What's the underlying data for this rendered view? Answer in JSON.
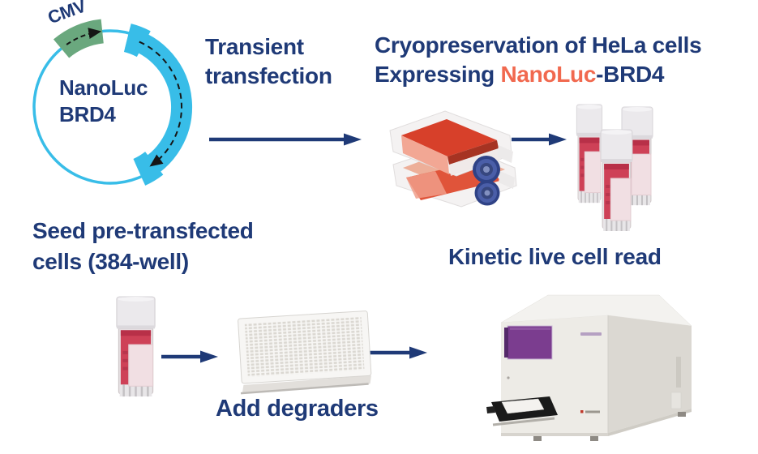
{
  "colors": {
    "navy": "#1f3a77",
    "coral": "#f1694f",
    "cyan": "#38bde8",
    "green": "#6aa87e",
    "media_red": "#d7402a",
    "cap_blue": "#4a5ea8",
    "vial_pink": "#ce4157",
    "reader_purple": "#7b3d8f"
  },
  "plasmid": {
    "promoter_label": "CMV",
    "gene_line1": "NanoLuc",
    "gene_line2": "BRD4"
  },
  "labels": {
    "transfection_line1": "Transient",
    "transfection_line2": "transfection",
    "cryo_line1": "Cryopreservation of HeLa cells",
    "cryo_line2_prefix": "Expressing ",
    "cryo_line2_highlight": "NanoLuc",
    "cryo_line2_suffix": "-BRD4",
    "seed_line1": "Seed pre-transfected",
    "seed_line2": "cells (384-well)",
    "add_degraders": "Add degraders",
    "kinetic_read": "Kinetic live cell read"
  },
  "icons": {
    "plasmid-map-icon": "circle with promoter and gene arcs",
    "flask-stack-icon": "two stacked culture flasks with red media and blue caps",
    "cryovial-icon": "vial with white cap, pink liquid and label",
    "well-plate-icon": "384-well white microplate grid",
    "plate-reader-icon": "benchtop reader with purple door and plate tray",
    "arrow-right-icon": "solid navy right arrow"
  }
}
